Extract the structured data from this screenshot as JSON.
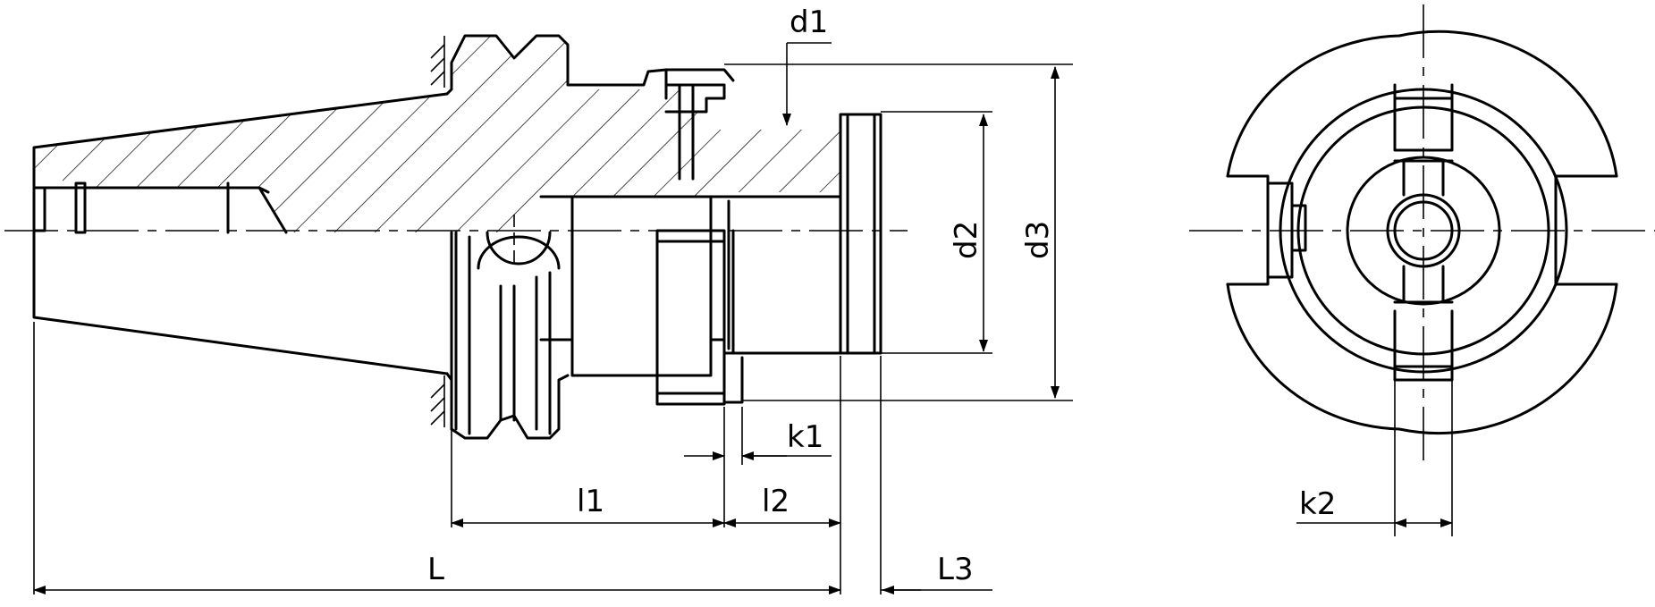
{
  "labels": {
    "d1": "d1",
    "d2": "d2",
    "d3": "d3",
    "k1": "k1",
    "k2": "k2",
    "l1": "l1",
    "l2": "l2",
    "L": "L",
    "L3": "L3"
  }
}
